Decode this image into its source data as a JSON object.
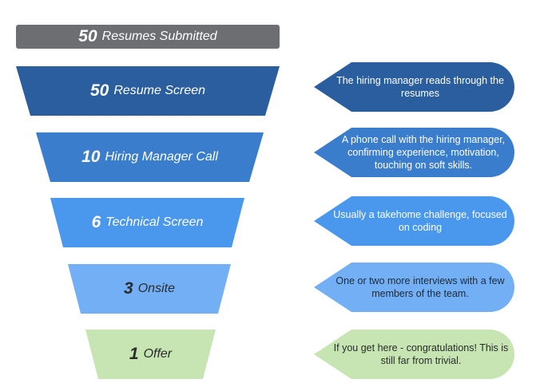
{
  "header": {
    "count": "50",
    "label": "Resumes Submitted",
    "fill": "#6d6e71",
    "text_color": "#ffffff"
  },
  "stages": [
    {
      "count": "50",
      "label": "Resume Screen",
      "fill": "#2a5e9e",
      "text_color": "#ffffff",
      "description": "The hiring manager reads through the resumes",
      "description_text_color": "#ffffff"
    },
    {
      "count": "10",
      "label": "Hiring Manager Call",
      "fill": "#3a7dcc",
      "text_color": "#ffffff",
      "description": "A phone call with the hiring manager, confirming experience, motivation, touching on soft skills.",
      "description_text_color": "#ffffff"
    },
    {
      "count": "6",
      "label": "Technical Screen",
      "fill": "#4a97ee",
      "text_color": "#ffffff",
      "description": "Usually a takehome challenge, focused on coding",
      "description_text_color": "#ffffff"
    },
    {
      "count": "3",
      "label": "Onsite",
      "fill": "#72aff4",
      "text_color": "#2b2b2b",
      "description": "One or two more interviews with a few members of the team.",
      "description_text_color": "#1e2a3a"
    },
    {
      "count": "1",
      "label": "Offer",
      "fill": "#c6e5b3",
      "text_color": "#2b2b2b",
      "description": "If you get here - congratulations! This is still far from trivial.",
      "description_text_color": "#2b2b2b"
    }
  ]
}
